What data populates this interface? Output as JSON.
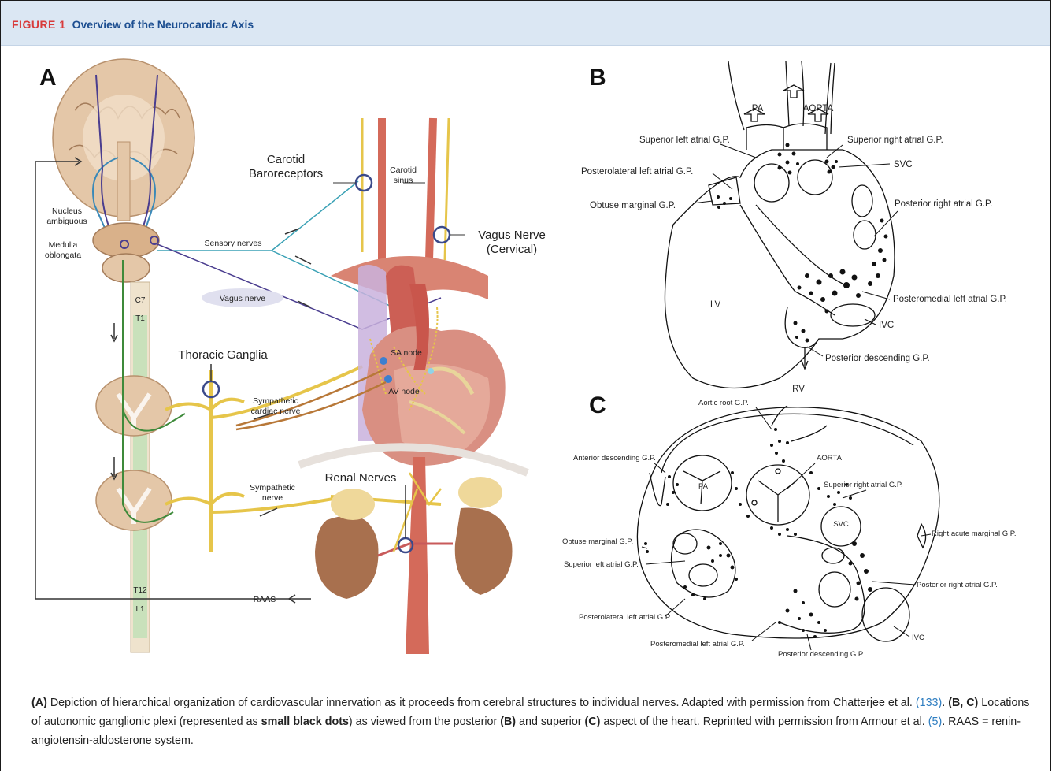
{
  "figure": {
    "label": "FIGURE 1",
    "title": "Overview of the Neurocardiac Axis"
  },
  "panel_a": {
    "letter": "A",
    "labels": {
      "carotid_baroreceptors_1": "Carotid",
      "carotid_baroreceptors_2": "Baroreceptors",
      "carotid_sinus_1": "Carotid",
      "carotid_sinus_2": "sinus",
      "vagus_cervical_1": "Vagus Nerve",
      "vagus_cervical_2": "(Cervical)",
      "nucleus_ambiguous_1": "Nucleus",
      "nucleus_ambiguous_2": "ambiguous",
      "medulla_1": "Medulla",
      "medulla_2": "oblongata",
      "sensory_nerves": "Sensory nerves",
      "vagus_nerve": "Vagus nerve",
      "thoracic_ganglia": "Thoracic Ganglia",
      "sympathetic_cardiac_1": "Sympathetic",
      "sympathetic_cardiac_2": "cardiac nerve",
      "sa_node": "SA node",
      "av_node": "AV node",
      "renal_nerves": "Renal Nerves",
      "sympathetic_nerve_1": "Sympathetic",
      "sympathetic_nerve_2": "nerve",
      "raas": "RAAS",
      "c7": "C7",
      "t1": "T1",
      "t12": "T12",
      "l1": "L1"
    }
  },
  "panel_b": {
    "letter": "B",
    "labels": {
      "pa": "PA",
      "aorta": "AORTA",
      "superior_left_atrial": "Superior left atrial G.P.",
      "superior_right_atrial": "Superior right atrial G.P.",
      "posterolateral_left_atrial": "Posterolateral left atrial G.P.",
      "svc": "SVC",
      "obtuse_marginal": "Obtuse marginal G.P.",
      "posterior_right_atrial": "Posterior right atrial G.P.",
      "lv": "LV",
      "posteromedial_left_atrial": "Posteromedial left atrial G.P.",
      "ivc": "IVC",
      "posterior_descending": "Posterior descending G.P.",
      "rv": "RV"
    }
  },
  "panel_c": {
    "letter": "C",
    "labels": {
      "aortic_root": "Aortic root G.P.",
      "anterior_descending": "Anterior descending G.P.",
      "pa": "PA",
      "aorta": "AORTA",
      "superior_right_atrial": "Superior right atrial G.P.",
      "svc": "SVC",
      "obtuse_marginal": "Obtuse marginal G.P.",
      "right_acute_marginal": "Right acute marginal G.P.",
      "superior_left_atrial": "Superior left atrial G.P.",
      "posterior_right_atrial": "Posterior right atrial G.P.",
      "posterolateral_left_atrial": "Posterolateral left atrial G.P.",
      "ivc": "IVC",
      "posteromedial_left_atrial": "Posteromedial left atrial G.P.",
      "posterior_descending": "Posterior descending G.P."
    }
  },
  "caption": {
    "a_label": "(A)",
    "a_text": " Depiction of hierarchical organization of cardiovascular innervation as it proceeds from cerebral structures to individual nerves. Adapted with permission from Chatterjee et al. ",
    "ref1": "(133)",
    "bc_label": "(B, C)",
    "bc_text": " Locations of autonomic ganglionic plexi (represented as ",
    "dots_bold": "small black dots",
    "bc_text2": ") as viewed from the posterior ",
    "b_label": "(B)",
    "and_superior": " and superior ",
    "c_label": "(C)",
    "c_text": " aspect of the heart. Reprinted with permission from Armour et al. ",
    "ref2": "(5)",
    "end_text": ". RAAS = renin-angiotensin-aldosterone system."
  }
}
